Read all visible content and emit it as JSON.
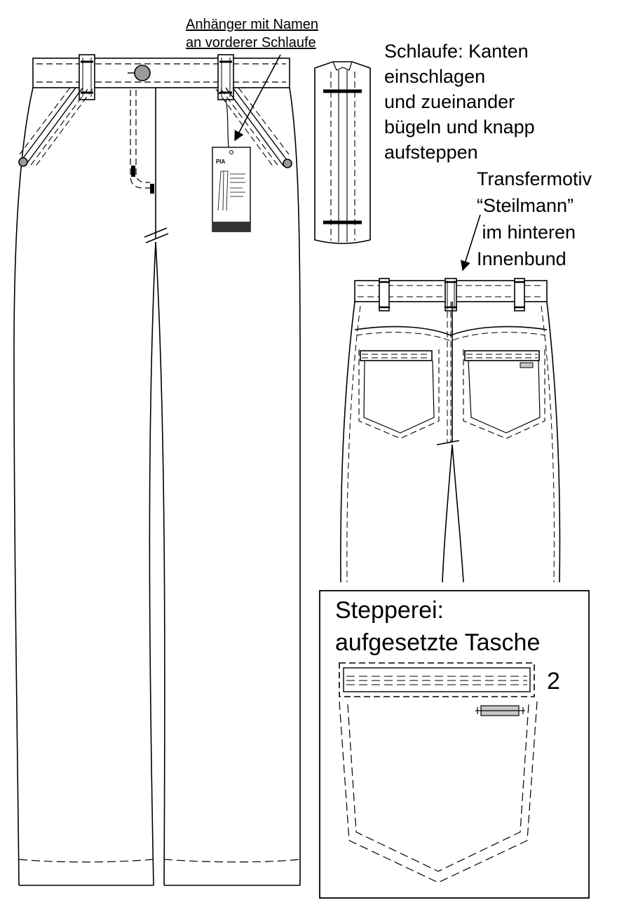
{
  "annotations": {
    "hang_tag": [
      "Anhänger mit Namen",
      "an vorderer Schlaufe"
    ],
    "belt_loop": [
      "Schlaufe: Kanten",
      "einschlagen",
      "und zueinander",
      "bügeln und knapp",
      "aufsteppen"
    ],
    "transfer_motif": [
      "Transfermotiv",
      "“Steilmann”",
      " im hinteren",
      "Innenbund"
    ]
  },
  "hang_tag_card": {
    "brand": "PIA"
  },
  "stitching_detail": {
    "title": [
      "Stepperei:",
      "aufgesetzte Tasche"
    ],
    "stitch_rows": "2"
  },
  "colors": {
    "line": "#000000",
    "button": "#9a9a9a",
    "tag_band": "#333333",
    "label_patch": "#c8c8c8"
  }
}
